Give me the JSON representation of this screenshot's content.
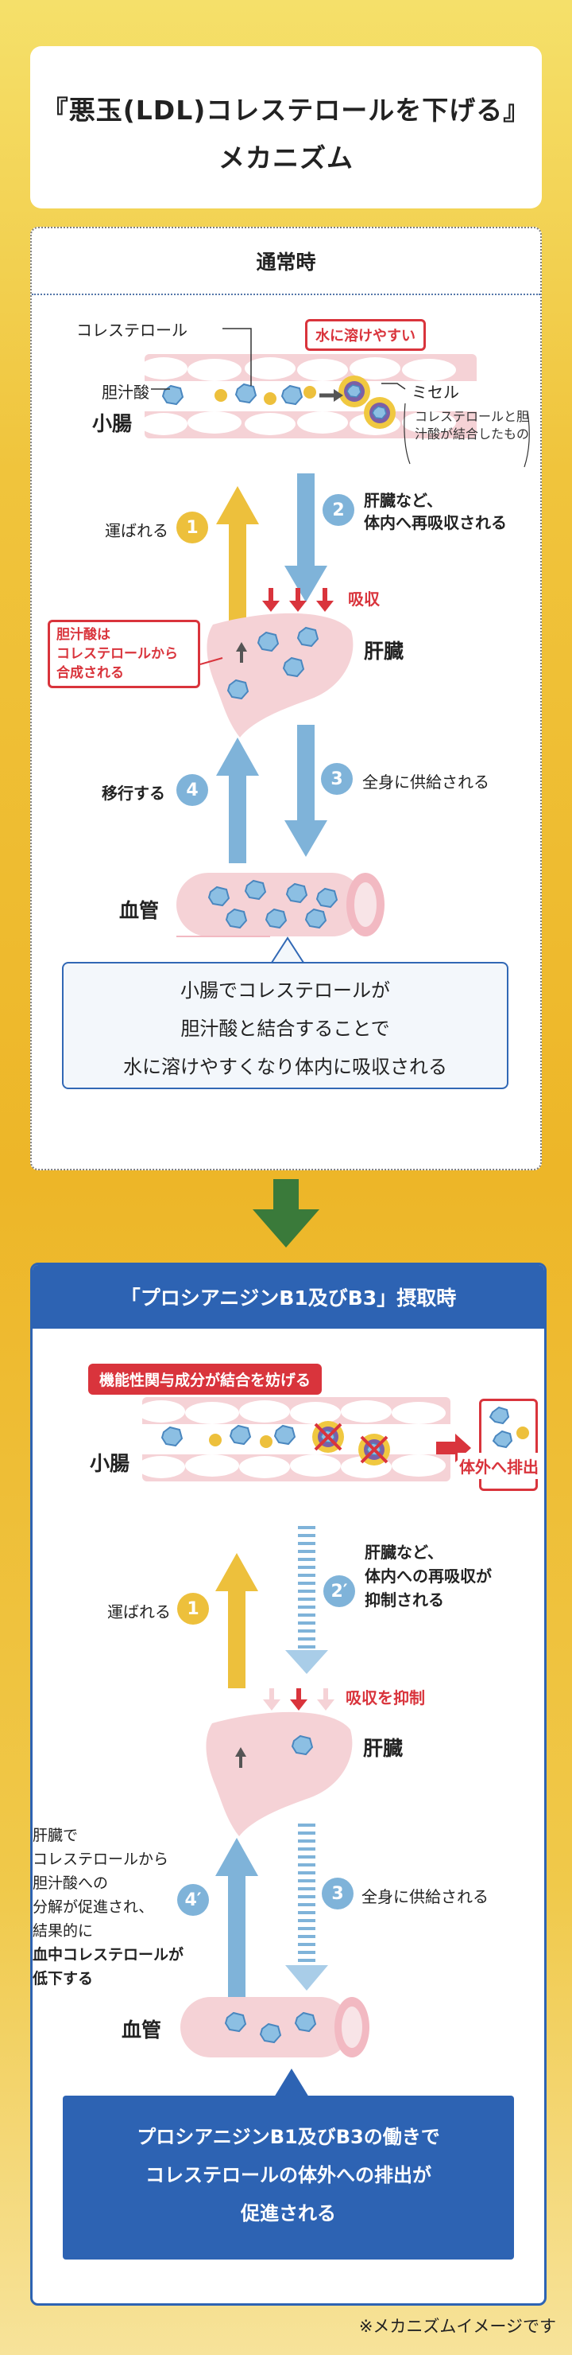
{
  "title": {
    "line1": "『悪玉(LDL)コレステロールを下げる』",
    "line2": "メカニズム"
  },
  "normal": {
    "header": "通常時",
    "label_cholesterol": "コレステロール",
    "label_bile_acid": "胆汁酸",
    "label_small_intestine": "小腸",
    "label_soluble": "水に溶けやすい",
    "label_micelle": "ミセル",
    "micelle_note": "コレステロールと胆汁酸が結合したもの",
    "step1_num": "1",
    "step1_label": "運ばれる",
    "step2_num": "2",
    "step2_label_a": "肝臓など、",
    "step2_label_b": "体内へ再吸収される",
    "label_absorb": "吸収",
    "label_liver": "肝臓",
    "liver_note": [
      "胆汁酸は",
      "コレステロールから",
      "合成される"
    ],
    "step3_num": "3",
    "step3_label": "全身に供給される",
    "step4_num": "4",
    "step4_label": "移行する",
    "label_blood_vessel": "血管",
    "summary": [
      "小腸でコレステロールが",
      "胆汁酸と結合することで",
      "水に溶けやすくなり体内に吸収される"
    ]
  },
  "intake": {
    "header": "「プロシアニジンB1及びB3」摂取時",
    "label_inhibit": "機能性関与成分が結合を妨げる",
    "label_small_intestine": "小腸",
    "label_excrete": "体外へ排出",
    "step1_num": "1",
    "step1_label": "運ばれる",
    "step2_num": "2′",
    "step2_label": [
      "肝臓など、",
      "体内への再吸収が",
      "抑制される"
    ],
    "label_absorb_inhibit": "吸収を抑制",
    "label_liver": "肝臓",
    "step3_num": "3",
    "step3_label": "全身に供給される",
    "step4_num": "4′",
    "step4_label": [
      "肝臓で",
      "コレステロールから",
      "胆汁酸への",
      "分解が促進され、",
      "結果的に"
    ],
    "step4_label_bold": [
      "血中コレステロールが",
      "低下する"
    ],
    "label_blood_vessel": "血管",
    "summary": [
      "プロシアニジンB1及びB3の働きで",
      "コレステロールの体外への排出が",
      "促進される"
    ]
  },
  "footnote": "※メカニズムイメージです",
  "colors": {
    "blue_arrow": "#7fb3d9",
    "yellow_arrow": "#edc03c",
    "red": "#d9343c",
    "panel_blue": "#2d63b3",
    "green_arrow": "#3a7a3a",
    "tissue_pink": "#f5d2d6"
  }
}
